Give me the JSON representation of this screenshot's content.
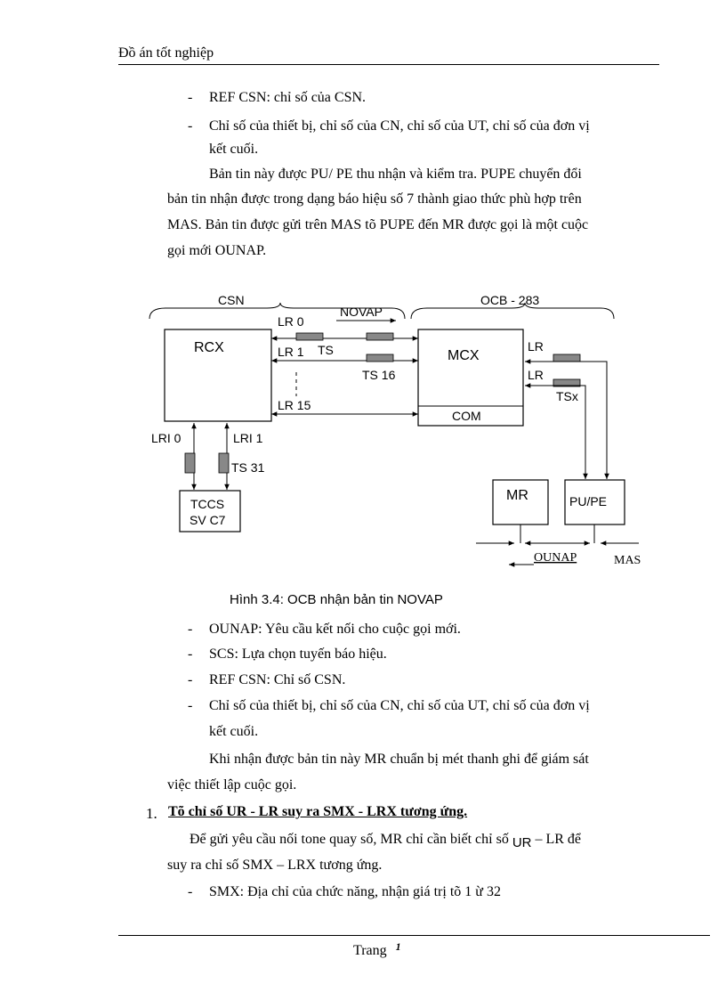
{
  "header": {
    "title": "Đồ án tốt nghiệp"
  },
  "top_bullets": [
    {
      "text": "REF CSN: chỉ số của CSN."
    },
    {
      "line1": "Chỉ số của thiết bị, chỉ số của CN, chỉ số của UT, chỉ số của đơn vị",
      "line2": "kết cuối."
    }
  ],
  "para1": {
    "line1": "Bản tin này được PU/ PE thu nhận và kiểm tra. PUPE chuyển đổi",
    "line2": "bản tin nhận được trong dạng báo hiệu số 7 thành giao thức phù hợp trên",
    "line3": "MAS. Bản tin được gửi trên MAS tõ PUPE đến MR được gọi là một cuộc",
    "line4": "gọi mới OUNAP."
  },
  "diagram": {
    "csn": "CSN",
    "ocb": "OCB - 283",
    "novap": "NOVAP",
    "rcx": "RCX",
    "mcx": "MCX",
    "com": "COM",
    "lr0": "LR 0",
    "lr1": "LR 1",
    "lr15": "LR 15",
    "ts": "TS",
    "ts16": "TS 16",
    "lr_a": "LR",
    "lr_b": "LR",
    "tsx": "TSx",
    "lri0": "LRI 0",
    "lri1": "LRI 1",
    "ts31": "TS 31",
    "tccs": "TCCS",
    "svc7": "SV C7",
    "mr": "MR",
    "pupe": "PU/PE",
    "ounap": "OUNAP",
    "mas": "MAS"
  },
  "caption": "Hình 3.4: OCB nhận bản tin NOVAP",
  "mid_bullets": [
    {
      "text": "OUNAP: Yêu cầu kết nối cho cuộc gọi mới."
    },
    {
      "text": "SCS: Lựa chọn tuyến báo hiệu."
    },
    {
      "text": "REF CSN: Chỉ số CSN."
    },
    {
      "line1": "Chỉ số của thiết bị, chỉ số của CN, chỉ số của UT, chỉ số của đơn vị",
      "line2": "kết cuối."
    }
  ],
  "para2": {
    "line1": "Khi nhận được bản tin này MR chuẩn bị mét thanh ghi  để giám sát",
    "line2": "việc thiết lập cuộc gọi."
  },
  "section": {
    "number": "1.",
    "title": "Tõ chỉ số UR - LR suy ra SMX - LRX tương ứng."
  },
  "para3": {
    "line1a": "Để gửi yêu cầu nối tone quay số, MR chỉ cần biết chỉ số",
    "line1b": "UR",
    "line1c": "– LR để",
    "line2": "suy ra chỉ số SMX – LRX tương ứng."
  },
  "last_bullet": {
    "text": "SMX: Địa chỉ của chức năng, nhận giá  trị tõ 1 ừ 32"
  },
  "footer": {
    "label": "Trang",
    "page": "1"
  }
}
